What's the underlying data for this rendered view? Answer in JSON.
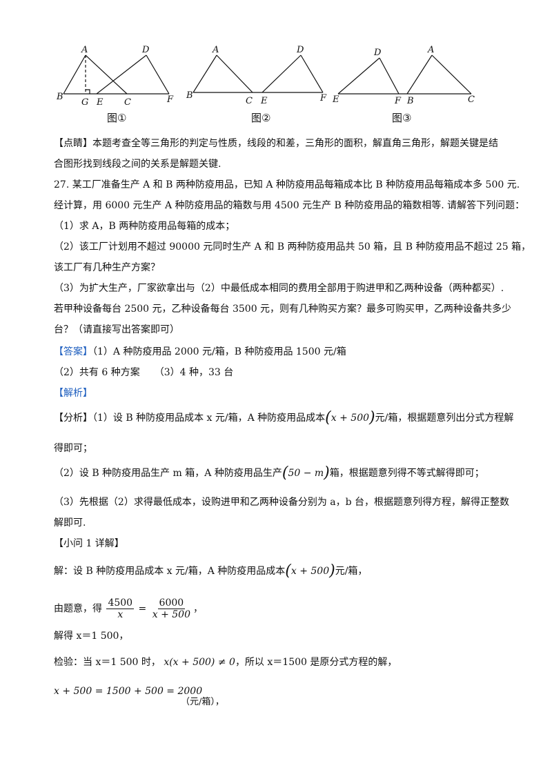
{
  "figures": {
    "fig1": {
      "caption": "图①",
      "labels": {
        "A": "A",
        "B": "B",
        "G": "G",
        "E": "E",
        "C": "C",
        "F": "F",
        "D": "D"
      }
    },
    "fig2": {
      "caption": "图②",
      "labels": {
        "A": "A",
        "B": "B",
        "C": "C",
        "E": "E",
        "F": "F",
        "D": "D"
      }
    },
    "fig3": {
      "caption": "图③",
      "labels": {
        "D": "D",
        "A": "A",
        "E": "E",
        "F": "F",
        "B": "B",
        "C": "C"
      }
    }
  },
  "dianjing": {
    "tag": "【点睛】",
    "line1": "本题考查全等三角形的判定与性质，线段的和差，三角形的面积，解直角三角形，解题关键是结",
    "line2": "合图形找到线段之间的关系是解题关键."
  },
  "question": {
    "line1": "27. 某工厂准备生产 A 和 B 两种防疫用品，已知 A 种防疫用品每箱成本比 B 种防疫用品每箱成本多 500 元.",
    "line2": "经计算，用 6000 元生产 A 种防疫用品的箱数与用 4500 元生产 B 种防疫用品的箱数相等. 请解答下列问题：",
    "line3": "（1）求 A，B 两种防疫用品每箱的成本；",
    "line4": "（2）该工厂计划用不超过 90000 元同时生产 A 和 B 两种防疫用品共 50 箱，且 B 种防疫用品不超过 25 箱，",
    "line5": "该工厂有几种生产方案？",
    "line6": "（3）为扩大生产，厂家欲拿出与（2）中最低成本相同的费用全部用于购进甲和乙两种设备（两种都买）.",
    "line7": "若甲种设备每台 2500 元，乙种设备每台 3500 元，则有几种购买方案？最多可购买甲，乙两种设备共多少",
    "line8": "台？（请直接写出答案即可）"
  },
  "answer": {
    "tag": "【答案】",
    "line1": "（1）A 种防疫用品 2000 元/箱，B 种防疫用品 1500 元/箱",
    "line2": "（2）共有 6 种方案　　（3）4 种，33 台"
  },
  "jiexi": {
    "tag": "【解析】"
  },
  "analysis": {
    "tag": "【分析】",
    "p1a": "（1）设 B 种防疫用品成本 x 元/箱，A 种防疫用品成本",
    "p1expr": "x + 500",
    "p1b": "元/箱，根据题意列出分式方程解",
    "p1c": "得即可；",
    "p2a": "（2）设 B 种防疫用品生产 m 箱，A 种防疫用品生产",
    "p2expr": "50 − m",
    "p2b": "箱，根据题意列得不等式解得即可；",
    "p3a": "（3）先根据（2）求得最低成本，设购进甲和乙两种设备分别为 a，b 台，根据题意列得方程，解得正整数",
    "p3b": "解即可."
  },
  "detail": {
    "tag": "【小问 1 详解】",
    "s1a": "解：设 B 种防疫用品成本 x 元/箱，A 种防疫用品成本",
    "s1expr": "x + 500",
    "s1b": "元/箱，",
    "s2a": "由题意，得",
    "frac1_num": "4500",
    "frac1_den": "x",
    "eq": "=",
    "frac2_num": "6000",
    "frac2_den": "x + 500",
    "s2b": "，",
    "s3": "解得 x＝1 500，",
    "s4a": "检验：当 x＝1 500 时，",
    "s4expr": "x(x + 500) ≠ 0",
    "s4b": "，所以 x＝1500 是原分式方程的解，",
    "s5expr": "x + 500 = 1500 + 500 = 2000",
    "s5b": "（元/箱），"
  }
}
